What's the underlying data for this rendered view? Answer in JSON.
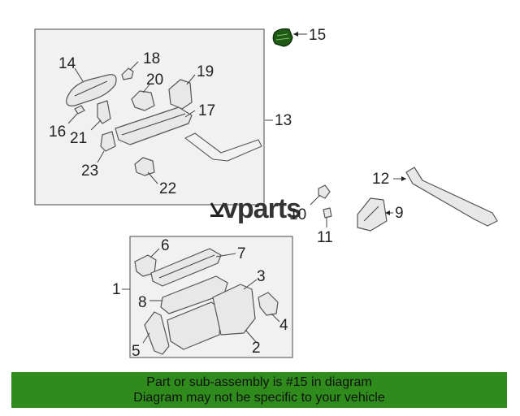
{
  "callouts": {
    "c1": "1",
    "c2": "2",
    "c3": "3",
    "c4": "4",
    "c5": "5",
    "c6": "6",
    "c7": "7",
    "c8": "8",
    "c9": "9",
    "c10": "10",
    "c11": "11",
    "c12": "12",
    "c13": "13",
    "c14": "14",
    "c15": "15",
    "c16": "16",
    "c17": "17",
    "c18": "18",
    "c19": "19",
    "c20": "20",
    "c21": "21",
    "c22": "22",
    "c23": "23"
  },
  "watermark": {
    "text": "vparts"
  },
  "footer": {
    "line1": "Part or sub-assembly is #15 in diagram",
    "line2": "Diagram may not be specific to your vehicle"
  },
  "colors": {
    "footer_bg": "#2e8b1c",
    "panel_bg": "#f1f1f1",
    "highlight_part": "#1e5a14"
  }
}
